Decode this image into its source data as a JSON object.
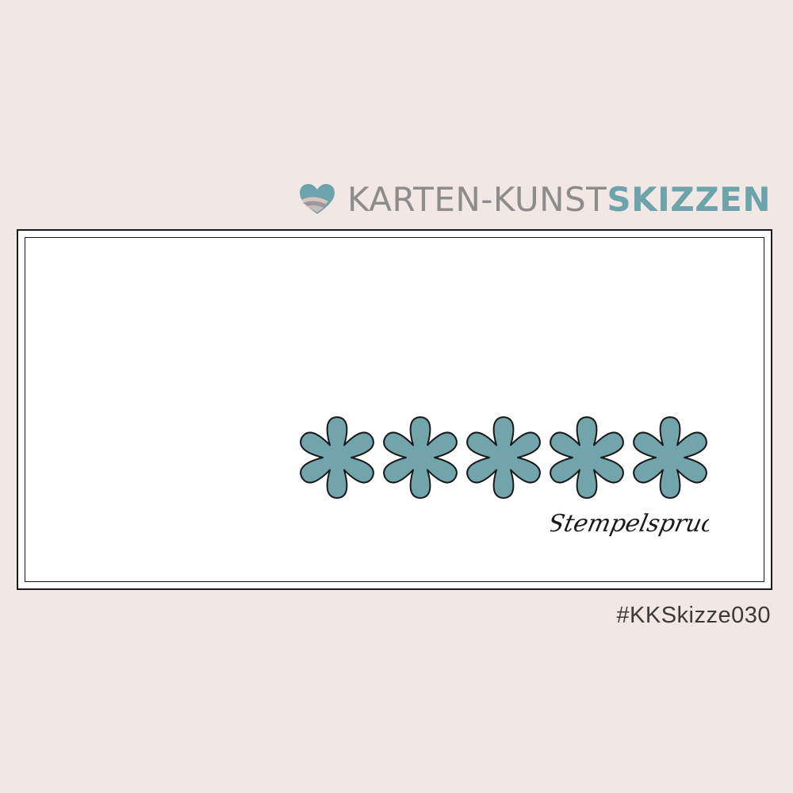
{
  "brand": {
    "logo_icon": "heart-logo-icon",
    "text_light": "KARTEN-KUNST",
    "text_bold": "SKIZZEN",
    "colors": {
      "light": "#8c8c8c",
      "bold": "#6da4ac"
    }
  },
  "card": {
    "flower_count": 5,
    "flower_icon": "six-petal-flower-icon",
    "flower_color": "#72a4ab",
    "sentiment": "Stempelspruch"
  },
  "hashtag": "#KKSkizze030"
}
